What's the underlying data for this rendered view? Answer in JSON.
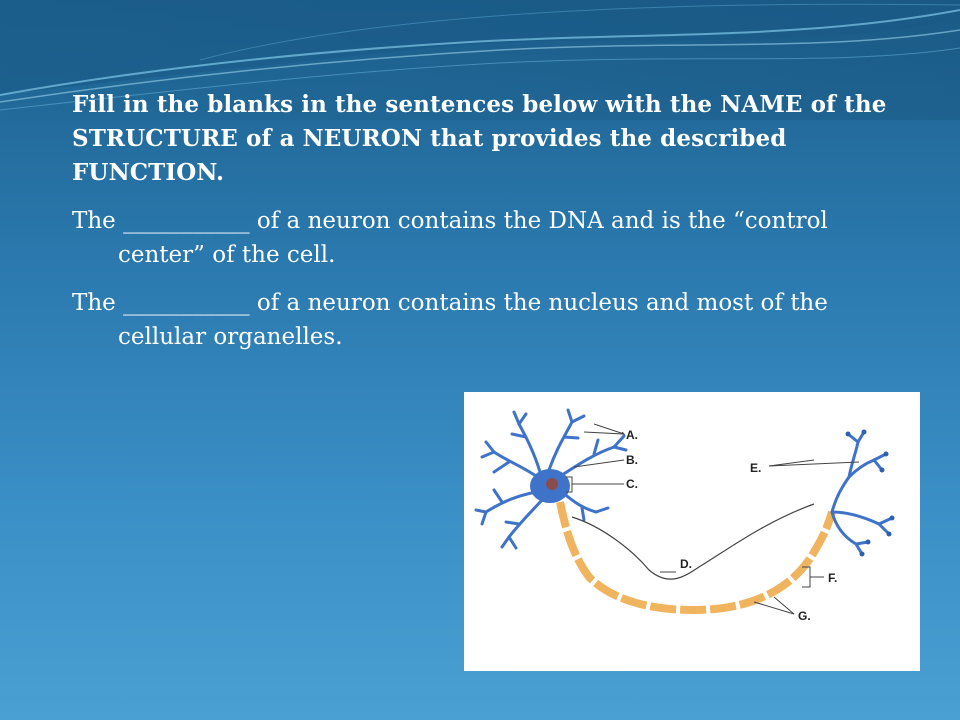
{
  "heading": "Fill in the blanks in the sentences below with the NAME of the STRUCTURE of a NEURON that provides the described FUNCTION.",
  "sentences": [
    "The ___________ of a neuron contains the DNA and is the “control center” of the cell.",
    "The ___________ of a neuron contains the nucleus and most of the cellular organelles."
  ],
  "diagram": {
    "labels": {
      "a": "A.",
      "b": "B.",
      "c": "C.",
      "d": "D.",
      "e": "E.",
      "f": "F.",
      "g": "G."
    },
    "colors": {
      "cell_body": "#3f73c9",
      "nucleus": "#8a4b4b",
      "myelin": "#f0b35e",
      "node": "#3c6fbf",
      "line": "#444444"
    }
  }
}
